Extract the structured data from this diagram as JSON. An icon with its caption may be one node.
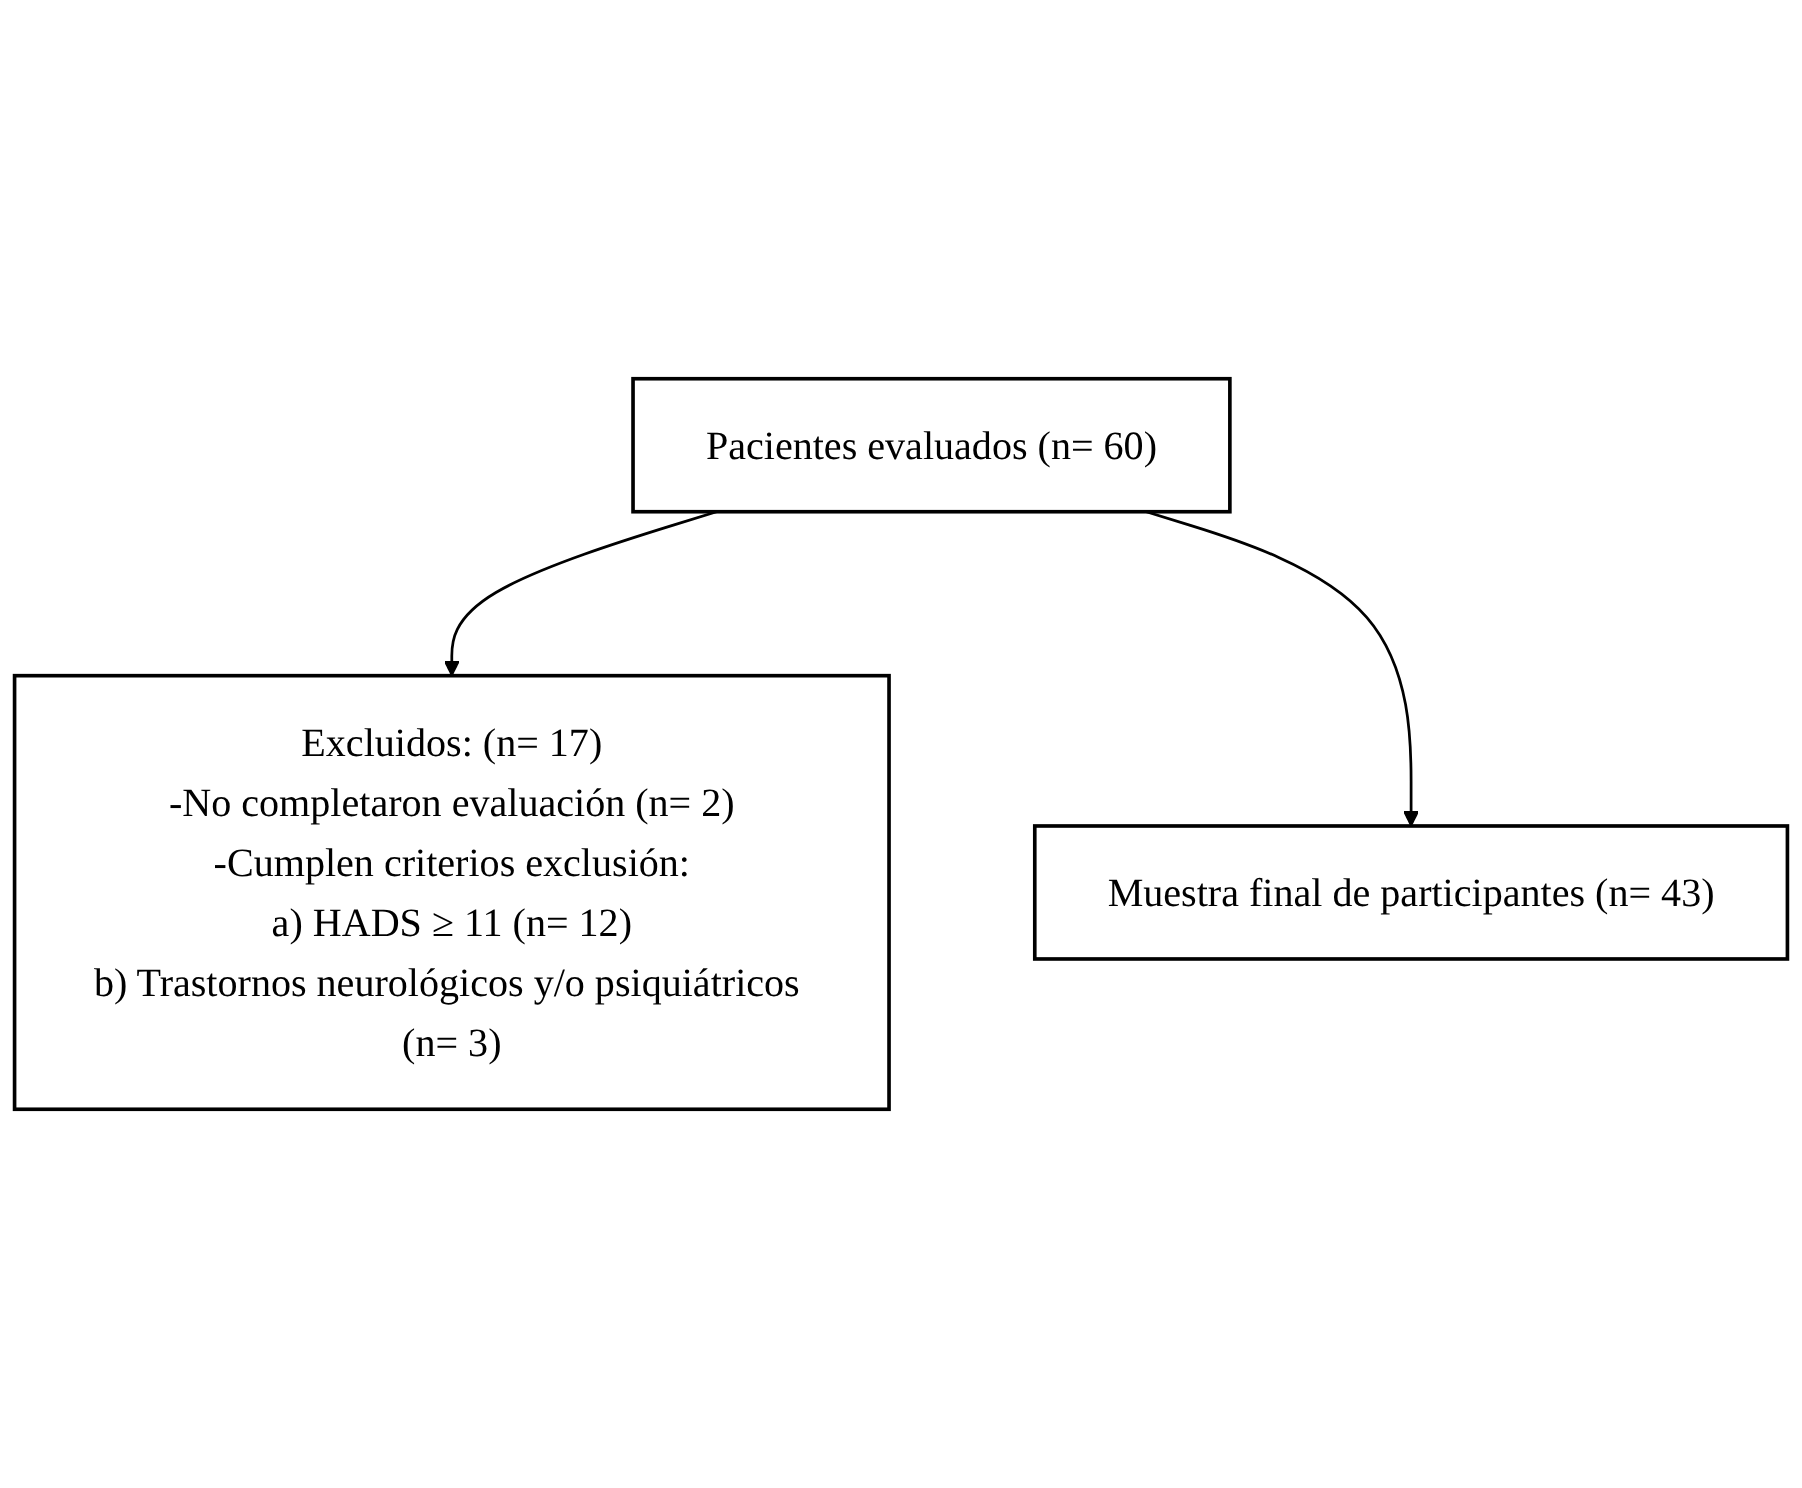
{
  "diagram": {
    "nodes": [
      {
        "text": [
          "Pacientes evaluados (n= 60)"
        ]
      },
      {
        "text": [
          "Excluidos: (n= 17)",
          "-No completaron evaluación (n= 2)",
          "-Cumplen criterios exclusión:",
          "a) HADS ≥ 11 (n= 12)",
          "b) Trastornos neurológicos y/o psiquiátricos (n= 3)"
        ]
      },
      {
        "text": [
          "Muestra final de participantes (n= 43)"
        ]
      }
    ],
    "edges": [
      {
        "from": 0,
        "to": 1,
        "arrow": "to"
      },
      {
        "from": 0,
        "to": 2,
        "arrow": "to"
      }
    ]
  }
}
